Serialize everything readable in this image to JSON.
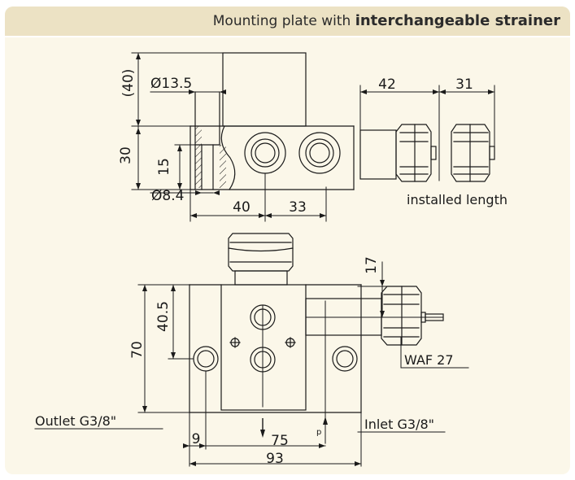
{
  "title": {
    "part1": "Mounting plate with",
    "part2": "interchangeable strainer"
  },
  "top_view": {
    "dims": {
      "d40": "(40)",
      "d13_5": "Ø13.5",
      "d42": "42",
      "d31": "31",
      "d30": "30",
      "d15": "15",
      "d8_4": "Ø8.4",
      "d40b": "40",
      "d33": "33"
    },
    "installed_length": "installed length"
  },
  "front_view": {
    "dims": {
      "d17": "17",
      "d40_5": "40.5",
      "d70": "70",
      "d9": "9",
      "d75": "75",
      "d93": "93"
    },
    "waf": "WAF 27",
    "outlet": "Outlet  G3/8\"",
    "inlet": "Inlet G3/8\"",
    "port_p": "p"
  },
  "colors": {
    "background": "#fbf7e9",
    "header": "#ece2c4",
    "line": "#1a1a1a"
  }
}
